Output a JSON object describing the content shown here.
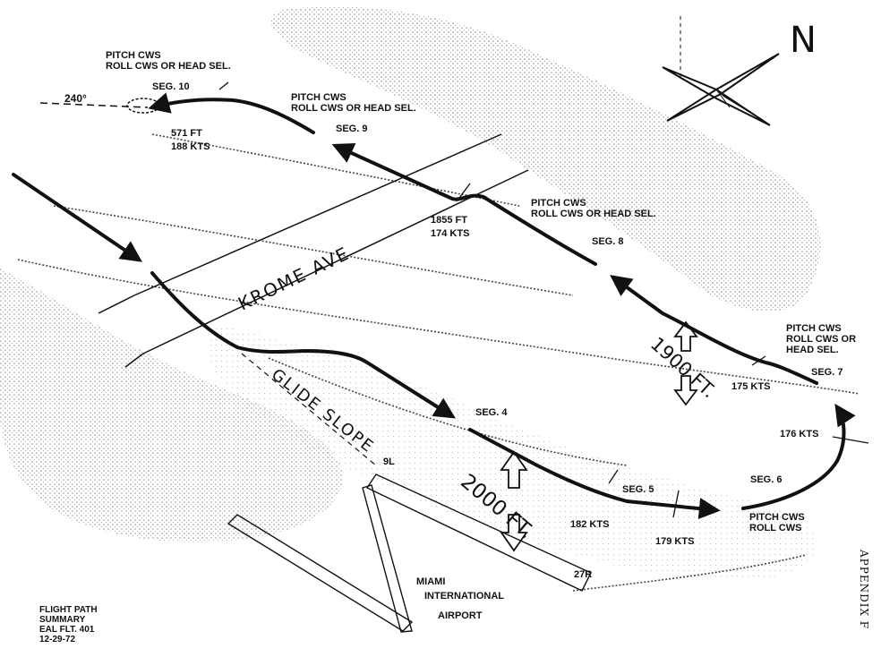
{
  "compass": {
    "north_label": "N"
  },
  "heading_label": "240°",
  "roads": {
    "krome": "KROME AVE",
    "glide_slope": "GLIDE SLOPE"
  },
  "segments": {
    "seg10": {
      "name": "SEG. 10",
      "mode": [
        "PITCH CWS",
        "ROLL CWS OR HEAD SEL."
      ],
      "altitude": "571 FT",
      "speed": "188 KTS"
    },
    "seg9": {
      "name": "SEG. 9",
      "mode": [
        "PITCH CWS",
        "ROLL CWS OR HEAD SEL."
      ]
    },
    "seg8": {
      "name": "SEG. 8",
      "mode": [
        "PITCH CWS",
        "ROLL CWS OR HEAD SEL."
      ],
      "altitude": "1855 FT",
      "speed": "174 KTS"
    },
    "seg7": {
      "name": "SEG. 7",
      "mode": [
        "PITCH CWS",
        "ROLL CWS OR",
        "HEAD SEL."
      ],
      "speed": "175 KTS",
      "speed2": "176 KTS"
    },
    "seg6": {
      "name": "SEG. 6",
      "mode": [
        "PITCH CWS",
        "ROLL CWS"
      ]
    },
    "seg5": {
      "name": "SEG. 5",
      "speed": "182 KTS",
      "speed2": "179 KTS"
    },
    "seg4": {
      "name": "SEG. 4"
    }
  },
  "altitudes": {
    "upper": "1900 FT.",
    "lower": "2000 FT."
  },
  "runways": {
    "left": "9L",
    "right": "27R"
  },
  "airport": [
    "MIAMI",
    "INTERNATIONAL",
    "AIRPORT"
  ],
  "caption": [
    "FLIGHT PATH",
    "SUMMARY",
    "EAL FLT. 401",
    "12-29-72"
  ],
  "appendix": "APPENDIX F",
  "colors": {
    "ink": "#111111",
    "shade": "#9a9a9a"
  }
}
